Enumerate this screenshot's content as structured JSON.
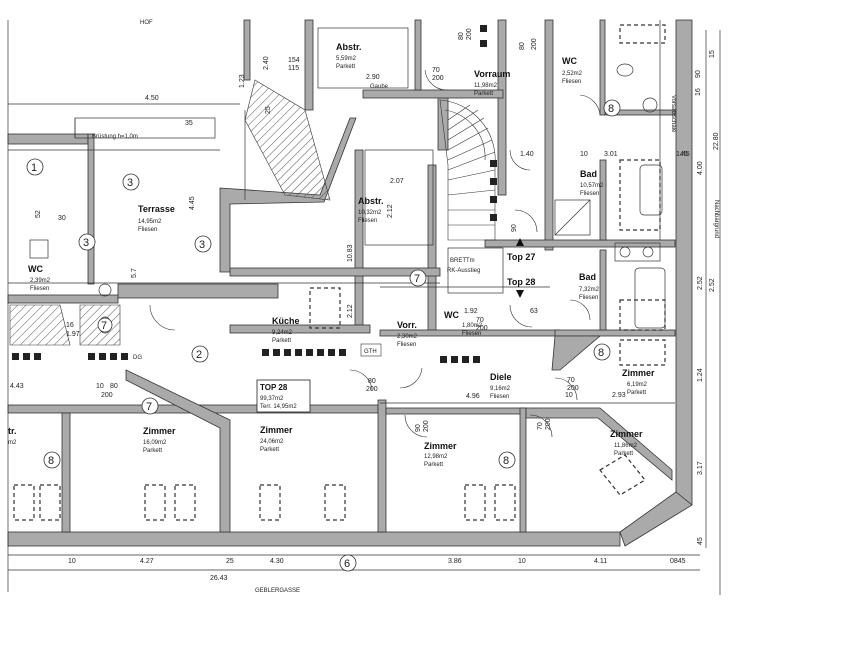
{
  "rooms": {
    "abstr_top": {
      "name": "Abstr.",
      "area": "5,59m2",
      "floor": "Parkett"
    },
    "vorraum": {
      "name": "Vorraum",
      "area": "11,98m2",
      "floor": "Parkett"
    },
    "wc_top": {
      "name": "WC",
      "area": "2,52m2",
      "floor": "Fliesen"
    },
    "terrasse": {
      "name": "Terrasse",
      "area": "14,95m2",
      "floor": "Fliesen"
    },
    "abstr_mid": {
      "name": "Abstr.",
      "area": "10,32m2",
      "floor": "Fliesen"
    },
    "bad_top": {
      "name": "Bad",
      "area": "10,57m2",
      "floor": "Fliesen"
    },
    "bad_mid": {
      "name": "Bad",
      "area": "7,32m2",
      "floor": "Fliesen"
    },
    "kueche": {
      "name": "Küche",
      "area": "9,24m2",
      "floor": "Parkett"
    },
    "vorr": {
      "name": "Vorr.",
      "area": "2,30m2",
      "floor": "Fliesen"
    },
    "wc_mid": {
      "name": "WC",
      "area": "1,80m2",
      "floor": "Fliesen"
    },
    "wc_left": {
      "name": "WC",
      "area": "2,39m2",
      "floor": "Fliesen"
    },
    "diele": {
      "name": "Diele",
      "area": "9,16m2",
      "floor": "Fliesen"
    },
    "zimmer_r1": {
      "name": "Zimmer",
      "area": "6,19m2",
      "floor": "Parkett"
    },
    "zimmer_l": {
      "name": "Zimmer",
      "area": "16,09m2",
      "floor": "Parkett"
    },
    "zimmer_c": {
      "name": "Zimmer",
      "area": "24,06m2",
      "floor": "Parkett"
    },
    "zimmer_b": {
      "name": "Zimmer",
      "area": "12,98m2",
      "floor": "Parkett"
    },
    "zimmer_r2": {
      "name": "Zimmer",
      "area": "11,86m2",
      "floor": "Parkett"
    },
    "str_left": {
      "name": "tr.",
      "area": "m2"
    }
  },
  "labels": {
    "bruestung": "Brüstung h=1,0m",
    "top27": "Top 27",
    "top28": "Top 28",
    "bretter": "BRETTm",
    "rk": "RK-Ausstieg",
    "gth": "GTH",
    "dg": "DG",
    "gebaeude": "Gaube",
    "vorsatzschale": "Vorsatzschale",
    "gasse": "GEBLERGASSE",
    "hof": "HOF",
    "nachbar": "Nachbargrund"
  },
  "top28_box": {
    "title": "TOP 28",
    "wohn": "99,37m2",
    "terr": "Terr. 14,95m2"
  },
  "markers": [
    "3",
    "3",
    "3",
    "2",
    "7",
    "7",
    "7",
    "8",
    "8",
    "8",
    "8",
    "1",
    "6"
  ],
  "dimensions": {
    "top": [
      "4.50",
      "1.23",
      "2.40",
      "154",
      "115",
      "2.90",
      "80",
      "200",
      "70",
      "200",
      "80",
      "200",
      "1.40",
      "10",
      "3.01",
      "45",
      "90",
      "2.07",
      "1.45",
      "2.52",
      "35",
      "4.45",
      "25",
      "52"
    ],
    "mid": [
      "10.83",
      "2.12",
      "5.7",
      "2.12",
      "1.92",
      "63",
      "70",
      "200",
      "80",
      "200",
      "4.96",
      "2.93",
      "10",
      "70",
      "200",
      "70",
      "200",
      "90",
      "200",
      "16",
      "1.97"
    ],
    "left": [
      "4.43",
      "10",
      "80",
      "200",
      "30"
    ],
    "bottom": [
      "10",
      "4.27",
      "25",
      "4.30",
      "3.86",
      "10",
      "4.11",
      "0845",
      "26.43"
    ],
    "right": [
      "15",
      "90",
      "16",
      "22.80",
      "4.00",
      "2.52",
      "1.24",
      "3.17",
      "45"
    ]
  }
}
